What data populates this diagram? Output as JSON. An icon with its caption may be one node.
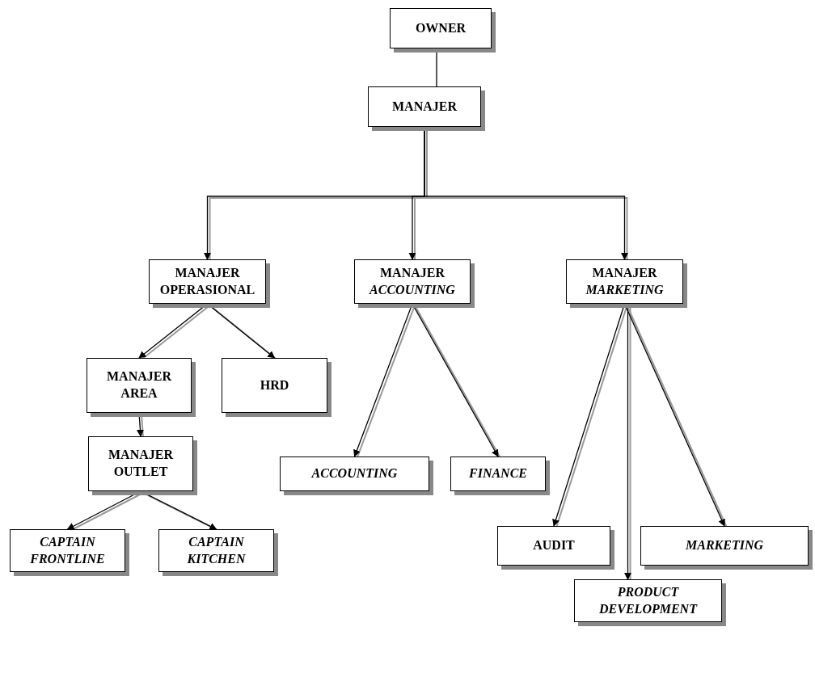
{
  "diagram": {
    "nodes": [
      {
        "text": [
          "OWNER"
        ]
      },
      {
        "text": [
          "MANAJER"
        ]
      },
      {
        "text": [
          "MANAJER OPERASIONAL"
        ]
      },
      {
        "text": [
          "MANAJER *ACCOUNTING*"
        ]
      },
      {
        "text": [
          "MANAJER *MARKETING*"
        ]
      },
      {
        "text": [
          "MANAJER AREA"
        ]
      },
      {
        "text": [
          "HRD"
        ]
      },
      {
        "text": [
          "MANAJER OUTLET"
        ]
      },
      {
        "text": [
          "CAPTAIN FRONTLINE"
        ]
      },
      {
        "text": [
          "CAPTAIN KITCHEN"
        ]
      },
      {
        "text": [
          "ACCOUNTING"
        ]
      },
      {
        "text": [
          "FINANCE"
        ]
      },
      {
        "text": [
          "AUDIT"
        ]
      },
      {
        "text": [
          "MARKETING"
        ]
      },
      {
        "text": [
          "PRODUCT DEVELOPMENT"
        ]
      }
    ],
    "edges": [
      {
        "from": 0,
        "to": 1,
        "arrow": "none",
        "color": "#000000"
      },
      {
        "from": 1,
        "to": 2,
        "arrow": "to"
      },
      {
        "from": 1,
        "to": 3,
        "arrow": "to"
      },
      {
        "from": 1,
        "to": 4,
        "arrow": "to"
      },
      {
        "from": 2,
        "to": 5,
        "arrow": "to"
      },
      {
        "from": 2,
        "to": 6,
        "arrow": "to"
      },
      {
        "from": 5,
        "to": 7,
        "arrow": "to"
      },
      {
        "from": 7,
        "to": 8,
        "arrow": "to"
      },
      {
        "from": 7,
        "to": 9,
        "arrow": "to"
      },
      {
        "from": 3,
        "to": 10,
        "arrow": "to"
      },
      {
        "from": 3,
        "to": 11,
        "arrow": "to"
      },
      {
        "from": 4,
        "to": 12,
        "arrow": "to"
      },
      {
        "from": 4,
        "to": 14,
        "arrow": "to"
      },
      {
        "from": 4,
        "to": 13,
        "arrow": "to"
      }
    ]
  }
}
